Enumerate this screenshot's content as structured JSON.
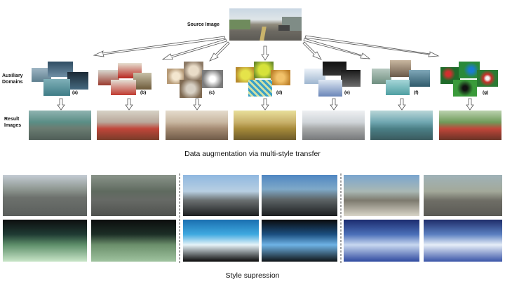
{
  "labels": {
    "source_image": "Source Image",
    "auxiliary_domains": [
      "Auxiliary",
      "Domains"
    ],
    "result_images": [
      "Result",
      "Images"
    ]
  },
  "domains": [
    {
      "tag": "(a)"
    },
    {
      "tag": "(b)"
    },
    {
      "tag": "(c)"
    },
    {
      "tag": "(d)"
    },
    {
      "tag": "(e)"
    },
    {
      "tag": "(f)"
    },
    {
      "tag": "(g)"
    }
  ],
  "captions": {
    "top": "Data augmentation via multi-style transfer",
    "bottom": "Style supression"
  },
  "colors": {
    "arrow_fill": "#ffffff",
    "arrow_stroke": "#555555",
    "divider": "#666666"
  }
}
